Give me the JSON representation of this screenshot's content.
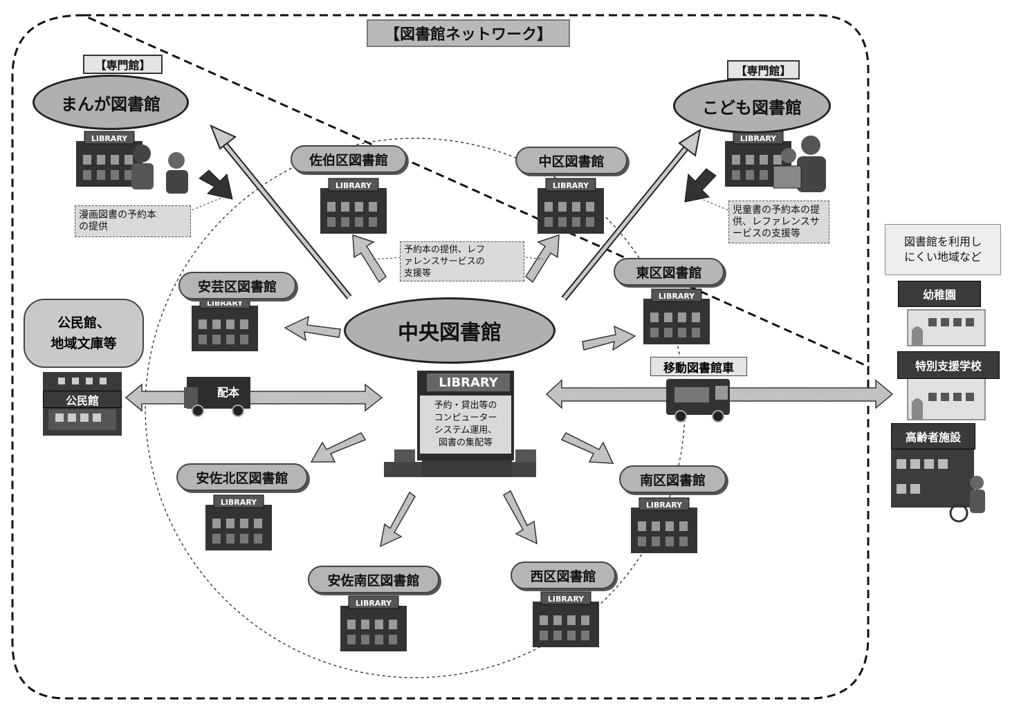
{
  "title": "【図書館ネットワーク】",
  "central": {
    "name": "中央図書館",
    "sign": "LIBRARY",
    "description": "予約・貸出等の\nコンピューター\nシステム運用、\n図書の集配等"
  },
  "special": [
    {
      "tag": "【専門館】",
      "name": "まんが図書館",
      "note": "漫画図書の予約本\nの提供"
    },
    {
      "tag": "【専門館】",
      "name": "こども図書館",
      "note": "児童書の予約本の提\n供、レファレンスサ\nービスの支援等"
    }
  ],
  "branches": {
    "saeki": "佐伯区図書館",
    "naka": "中区図書館",
    "aki": "安芸区図書館",
    "higashi": "東区図書館",
    "asakita": "安佐北区図書館",
    "minami": "南区図書館",
    "asaminami": "安佐南区図書館",
    "nishi": "西区図書館"
  },
  "building_sign": "LIBRARY",
  "center_note": "予約本の提供、レフ\nァレンスサービスの\n支援等",
  "community": {
    "label": "公民館、\n地域文庫等",
    "sign": "公民館"
  },
  "delivery_truck": "配本",
  "mobile_library": "移動図書館車",
  "outreach": {
    "header": "図書館を利用し\nにくい地域など",
    "facilities": [
      "幼稚園",
      "特別支援学校",
      "高齢者施設"
    ]
  }
}
